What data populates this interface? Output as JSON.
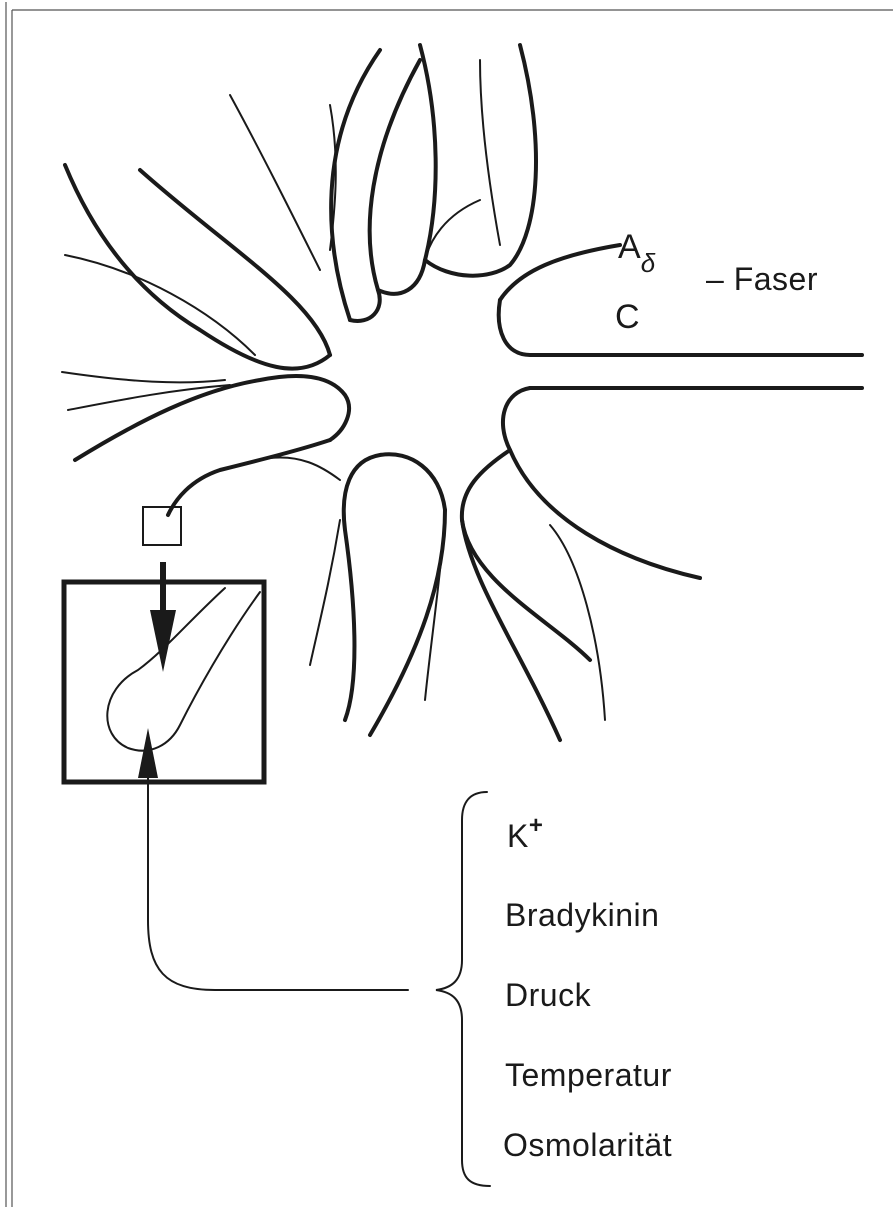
{
  "fiber_labels": {
    "a_main": "A",
    "a_sub": "δ",
    "c": "C",
    "faser": "– Faser"
  },
  "stimuli": [
    {
      "label": "K",
      "sup": "+"
    },
    {
      "label": "Bradykinin"
    },
    {
      "label": "Druck"
    },
    {
      "label": "Temperatur"
    },
    {
      "label": "Osmolarität"
    }
  ]
}
